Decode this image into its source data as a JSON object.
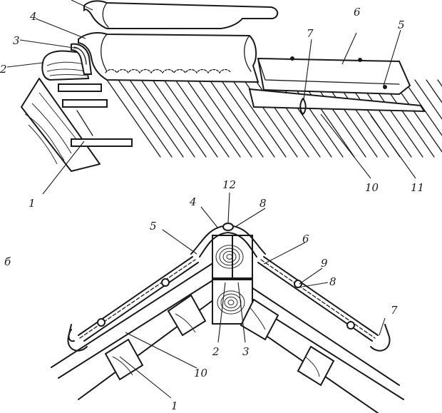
{
  "figure_a": {
    "labels": [
      "1",
      "2",
      "3",
      "4",
      "5",
      "6",
      "7",
      "10",
      "11"
    ]
  },
  "figure_b": {
    "sublabel": "б",
    "labels": [
      "1",
      "2",
      "3",
      "4",
      "5",
      "6",
      "7",
      "8",
      "8",
      "9",
      "10",
      "12"
    ]
  }
}
